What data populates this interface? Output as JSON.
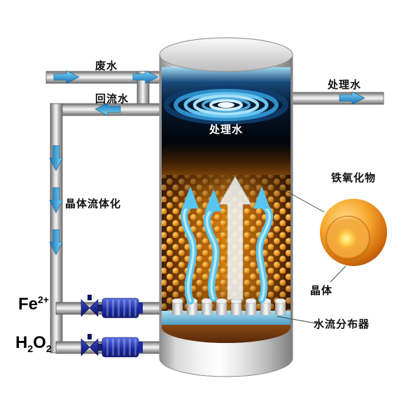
{
  "labels": {
    "waste_water": "废水",
    "return_water": "回流水",
    "treated_water_out": "处理水",
    "treated_water_tank": "处理水",
    "crystal_fluidization": "晶体流体化",
    "iron_oxide": "铁氧化物",
    "crystal": "晶体",
    "flow_distributor": "水流分布器",
    "ferrous": {
      "base": "Fe",
      "sup": "2+"
    },
    "peroxide": {
      "p1": "H",
      "s1": "2",
      "p2": "O",
      "s2": "2"
    }
  },
  "colors": {
    "pipe_gray": "#b8b8b8",
    "arrow_blue": "#1272b8",
    "flow_arrow_blue": "#58c6ee",
    "granule_orange": "#d8820f",
    "granule_dark": "#3f1c03",
    "ripple_cyan": "#66c4ef",
    "pump_blue": "#1a2aa0",
    "sphere_orange": "#f7a92e",
    "core_yellow": "#ffd34e"
  }
}
